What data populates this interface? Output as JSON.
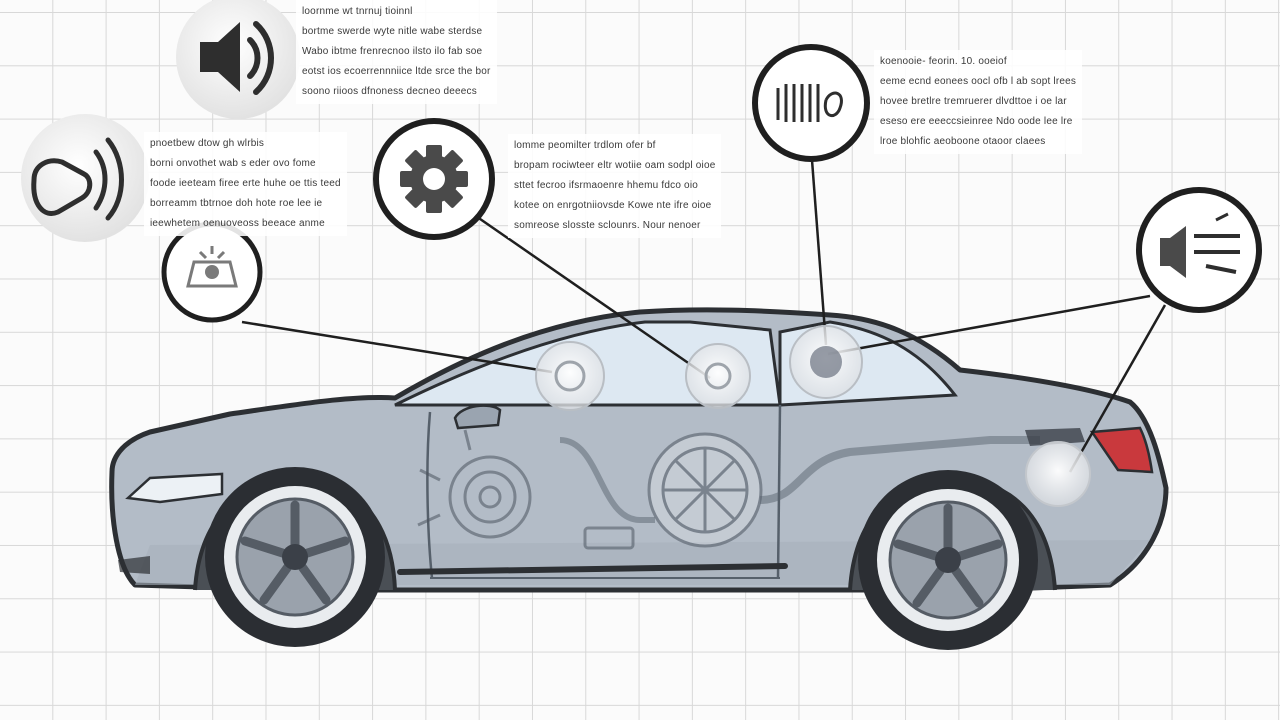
{
  "callouts": [
    {
      "id": "speaker",
      "icon": "speaker-icon",
      "lines": [
        "loornme wt tnrnuj tioinnl",
        "bortme swerde  wyte  nitle  wabe sterdse",
        "Wabo ibtme  frenrecnoo ilsto ilo  fab soe",
        "eotst ios ecoerrennniice  ltde srce  the bor",
        "soono riioos  dfnoness   decneo   deeecs"
      ]
    },
    {
      "id": "horn",
      "icon": "horn-icon",
      "lines": [
        "pnoetbew  dtow  gh wlrbis",
        "borni onvothet   wab s  eder ovo fome",
        "foode  ieeteam   firee erte  huhe oe   ttis teed",
        "borreamm  tbtrnoe  doh  hote  roe  lee  ie",
        "ieewhetem  oenuoveoss   beeace anme"
      ]
    },
    {
      "id": "engine",
      "icon": "gear-icon",
      "lines": [
        "lomme peomilter  trdlom  ofer bf",
        "bropam rociwteer   eltr  wotiie  oam  sodpl oioe",
        "sttet fecroo  ifsrmaoenre hhemu  fdco oio",
        "kotee on enrgotniiovsde   Kowe  nte   ifre oioe",
        "somreose slosste sclounrs.  Nour  nenoer"
      ]
    },
    {
      "id": "sensor",
      "icon": "sensor-icon",
      "lines": []
    },
    {
      "id": "coil",
      "icon": "coil-icon",
      "lines": [
        "koenooie- feorin.  10.  ooeiof",
        "eeme ecnd  eonees   oocl  ofb  l ab  sopt lrees",
        "hovee  bretlre  tremruerer  dlvdttoe  i oe   lar",
        "eseso  ere  eeeccsieinree  Ndo  oode   lee lre",
        "lroe  blohfic  aeoboone  otaoor  claees"
      ]
    },
    {
      "id": "exhaust",
      "icon": "exhaust-icon",
      "lines": []
    }
  ]
}
